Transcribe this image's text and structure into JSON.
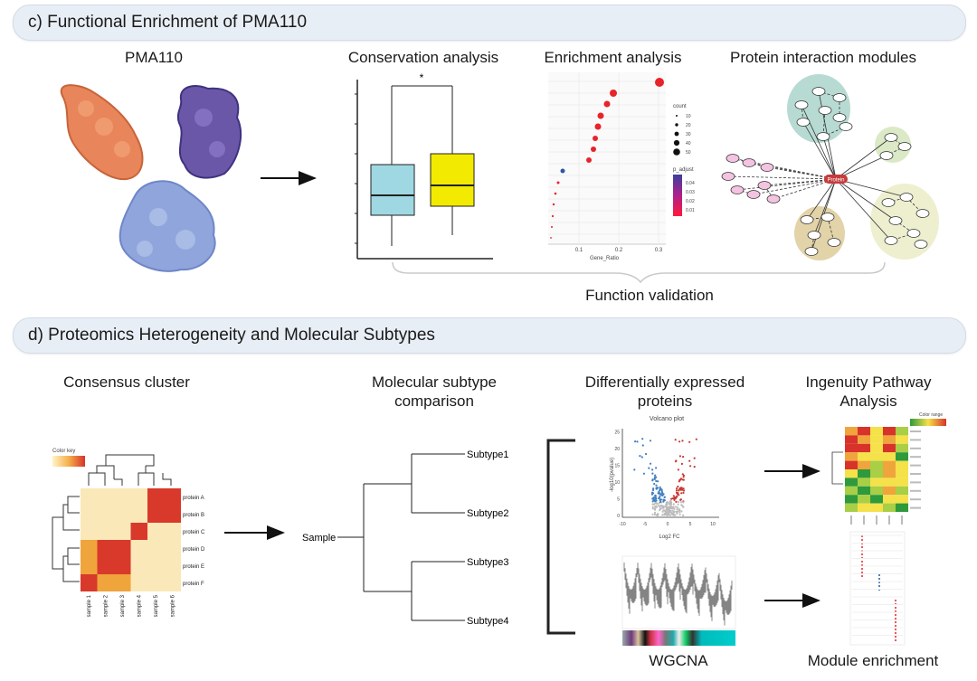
{
  "section_c": {
    "title": "c) Functional Enrichment of PMA110",
    "pma_title": "PMA110",
    "conservation_title": "Conservation analysis",
    "significance": "*",
    "enrichment_title": "Enrichment analysis",
    "enrichment_xlabel": "Gene_Ratio",
    "enrichment_xticks": [
      "0.1",
      "0.2",
      "0.3"
    ],
    "count_legend_title": "count",
    "count_legend": [
      "10",
      "20",
      "30",
      "40",
      "50"
    ],
    "padj_legend_title": "p_adjust",
    "padj_legend": [
      "0.04",
      "0.03",
      "0.02",
      "0.01"
    ],
    "ppi_title": "Protein interaction modules",
    "hub_label": "Protein",
    "function_validation": "Function validation"
  },
  "section_d": {
    "title": "d) Proteomics Heterogeneity and Molecular Subtypes",
    "consensus_title": "Consensus cluster",
    "color_key": "Color key",
    "proteins": [
      "protein A",
      "protein B",
      "protein C",
      "protein D",
      "protein E",
      "protein F"
    ],
    "samples": [
      "sample 1",
      "sample 2",
      "sample 3",
      "sample 4",
      "sample 5",
      "sample 6"
    ],
    "subtype_title": "Molecular subtype comparison",
    "sample_root": "Sample",
    "subtypes": [
      "Subtype1",
      "Subtype2",
      "Subtype3",
      "Subtype4"
    ],
    "dep_title": "Differentially expressed proteins",
    "volcano_title": "Volcano plot",
    "volcano_xlabel": "Log2 FC",
    "volcano_ylabel": "-log10(pvalue)",
    "volcano_xticks": [
      "-10",
      "-5",
      "0",
      "5",
      "10"
    ],
    "volcano_yticks": [
      "0",
      "5",
      "10",
      "15",
      "20",
      "25"
    ],
    "wgcna_label": "WGCNA",
    "ipa_title": "Ingenuity Pathway Analysis",
    "ipa_color_range": "Color range",
    "module_enrichment": "Module enrichment"
  },
  "colors": {
    "banner": "#e8eef5",
    "box_blue": "#9fd8e2",
    "box_yellow": "#f2ea00",
    "dot_red": "#e8232b",
    "dot_blue": "#2b58a5",
    "volcano_red": "#c83a32",
    "volcano_blue": "#3f7fc0"
  }
}
